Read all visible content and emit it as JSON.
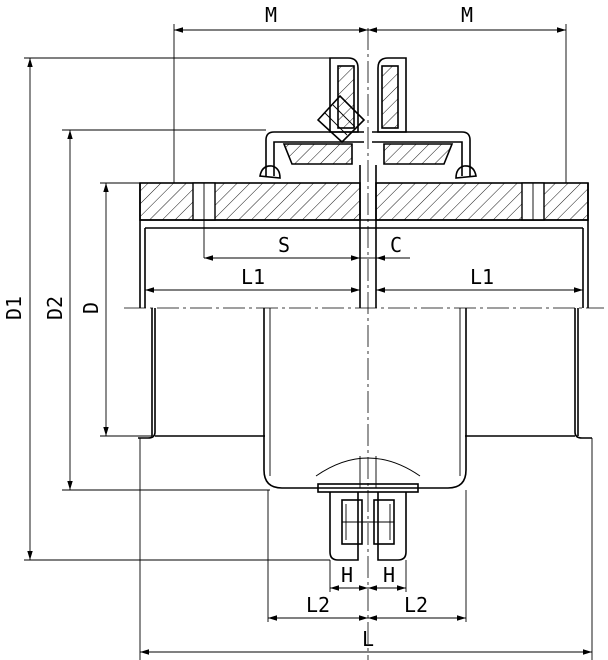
{
  "dimensions": {
    "m_left": "M",
    "m_right": "M",
    "s": "S",
    "c": "C",
    "l1_left": "L1",
    "l1_right": "L1",
    "d1": "D1",
    "d2": "D2",
    "d": "D",
    "h_left": "H",
    "h_right": "H",
    "l2_left": "L2",
    "l2_right": "L2",
    "l": "L"
  }
}
